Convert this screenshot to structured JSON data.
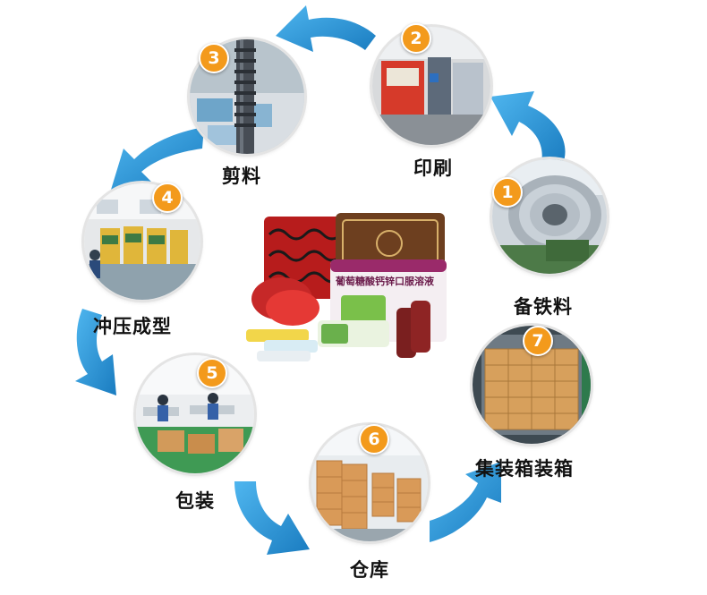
{
  "steps": [
    {
      "num": "1",
      "label": "备铁料",
      "icon": "steel-coil-photo"
    },
    {
      "num": "2",
      "label": "印刷",
      "icon": "printing-machine-photo"
    },
    {
      "num": "3",
      "label": "剪料",
      "icon": "cutting-sheets-photo"
    },
    {
      "num": "4",
      "label": "冲压成型",
      "icon": "stamping-press-photo"
    },
    {
      "num": "5",
      "label": "包装",
      "icon": "packing-workshop-photo"
    },
    {
      "num": "6",
      "label": "仓库",
      "icon": "warehouse-boxes-photo"
    },
    {
      "num": "7",
      "label": "集装箱装箱",
      "icon": "container-loading-photo"
    }
  ],
  "center": {
    "icon": "tin-boxes-product-photo",
    "tin_text": "葡萄糖酸钙锌口服溶液"
  },
  "colors": {
    "arrow": "#2f9fe0",
    "arrow_dark": "#1a7cc0",
    "badge": "#f39a1c"
  }
}
